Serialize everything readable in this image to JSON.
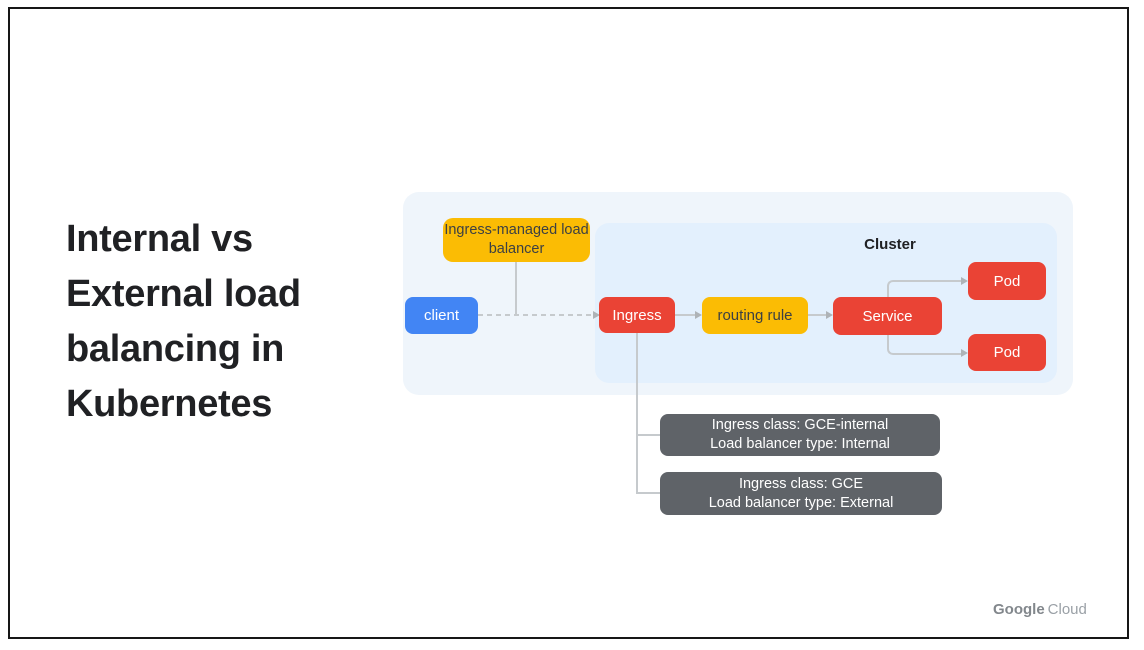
{
  "title": {
    "lines": [
      "Internal vs",
      "External load",
      "balancing in",
      "Kubernetes"
    ]
  },
  "diagram": {
    "load_balancer_label": "Ingress-managed load balancer",
    "client_label": "client",
    "cluster_label": "Cluster",
    "ingress_label": "Ingress",
    "routing_rule_label": "routing rule",
    "service_label": "Service",
    "pod_labels": [
      "Pod",
      "Pod"
    ],
    "notes": [
      {
        "line1": "Ingress class: GCE-internal",
        "line2": "Load balancer type: Internal"
      },
      {
        "line1": "Ingress class: GCE",
        "line2": "Load balancer type: External"
      }
    ]
  },
  "footer": {
    "brand": "Google",
    "product": "Cloud"
  },
  "colors": {
    "blue": "#4285f4",
    "red": "#ea4335",
    "yellow": "#fbbc04",
    "note-grey": "#5f6368",
    "panel-bg": "#eff5fb",
    "cluster-bg": "#e3f0fd",
    "line-grey": "#c6cacd",
    "arrow-grey": "#aeb3b7",
    "title-color": "#202124",
    "dark-text": "#3c4043",
    "brand-grey": "#9aa0a6"
  }
}
